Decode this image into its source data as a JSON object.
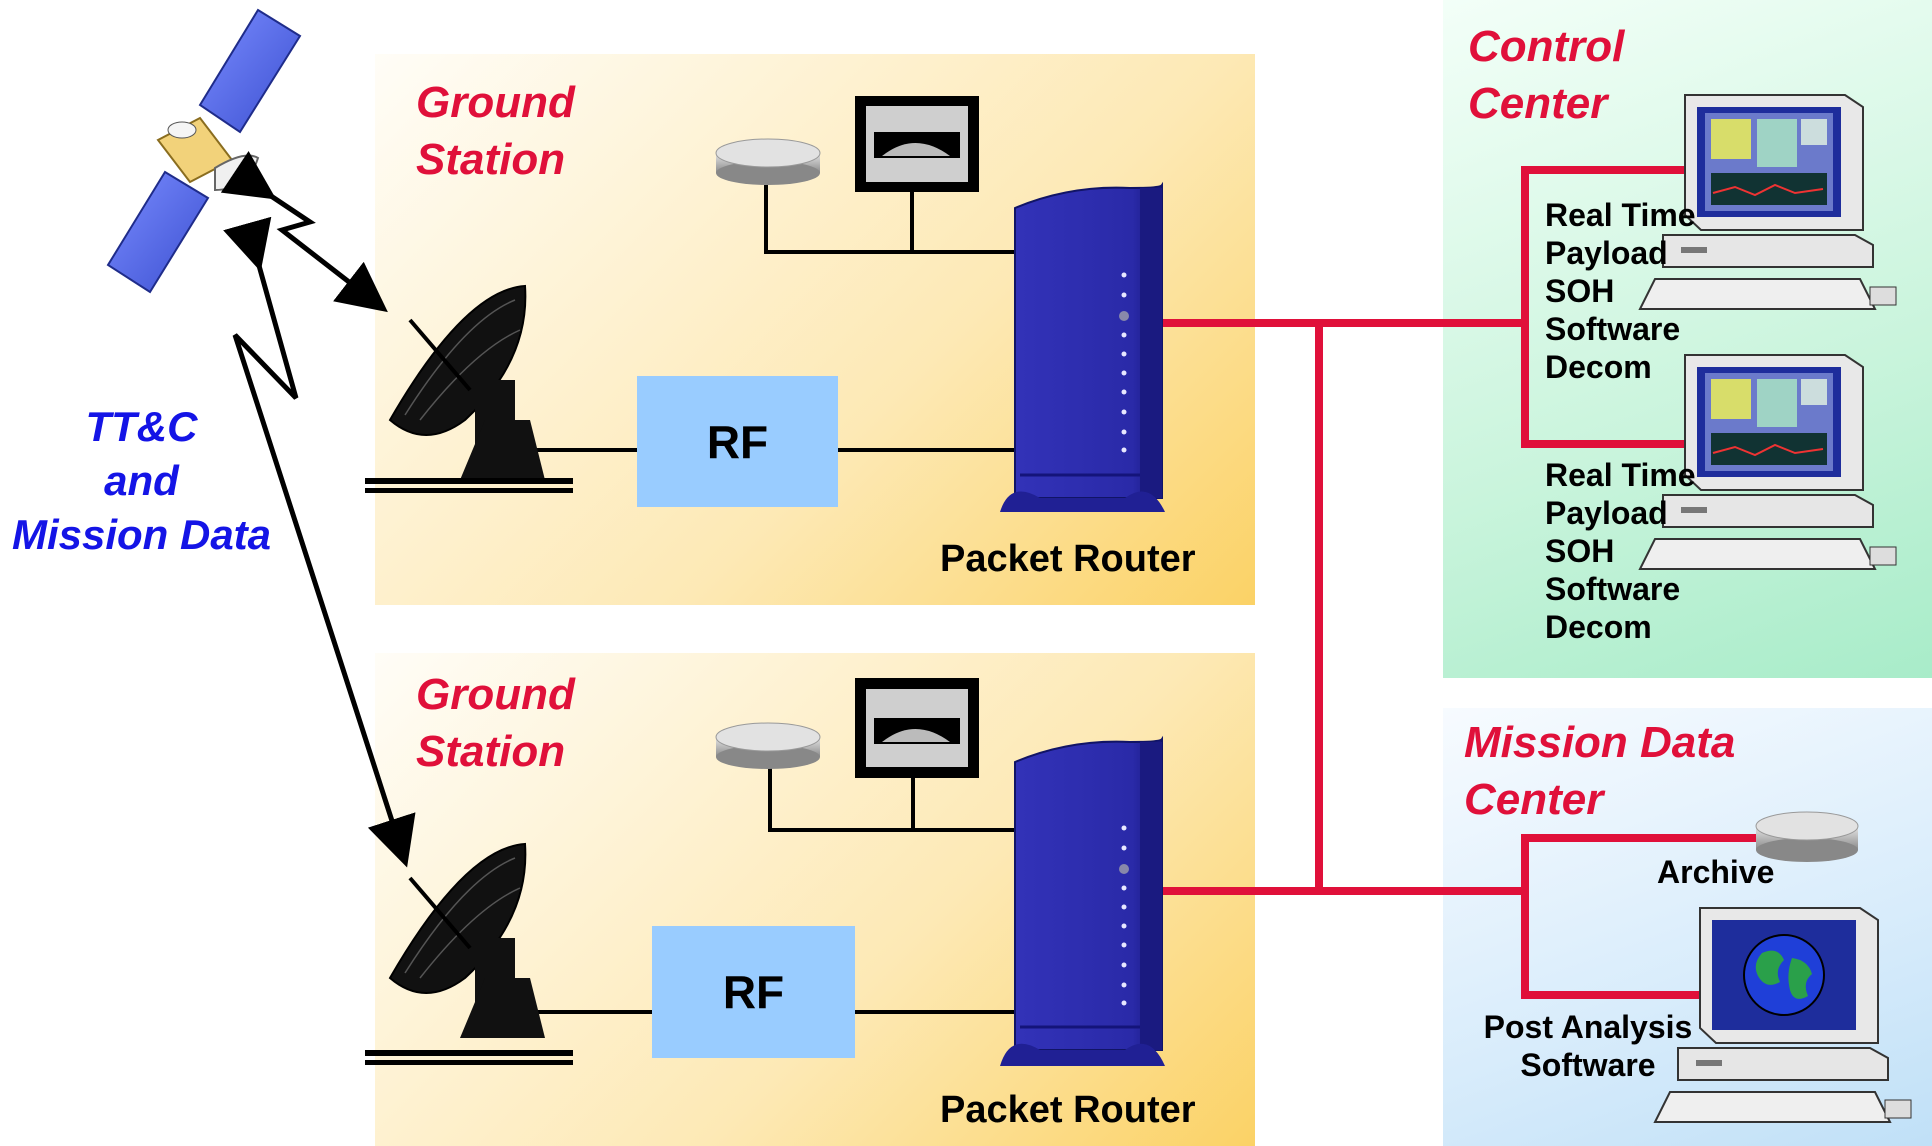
{
  "link_label": {
    "line1": "TT&C",
    "line2": "and",
    "line3": "Mission Data"
  },
  "ground_station_1": {
    "title_line1": "Ground",
    "title_line2": "Station",
    "rf_label": "RF",
    "router_label": "Packet Router"
  },
  "ground_station_2": {
    "title_line1": "Ground",
    "title_line2": "Station",
    "rf_label": "RF",
    "router_label": "Packet Router"
  },
  "control_center": {
    "title_line1": "Control",
    "title_line2": "Center",
    "workstation_1_lines": [
      "Real Time",
      "Payload",
      "SOH",
      "Software",
      "Decom"
    ],
    "workstation_2_lines": [
      "Real Time",
      "Payload",
      "SOH",
      "Software",
      "Decom"
    ]
  },
  "mission_data_center": {
    "title_line1": "Mission Data",
    "title_line2": "Center",
    "archive_label": "Archive",
    "analysis_line1": "Post Analysis",
    "analysis_line2": "Software"
  },
  "colors": {
    "network_line": "#e0103a",
    "title_red": "#e0103a",
    "link_label_blue": "#1414e6",
    "rf_box": "#99ccff",
    "router_blue": "#2a2aa8",
    "ground_station_panel": "#fde9b5",
    "control_center_panel": "#c9f4dc",
    "mission_data_panel": "#d8ecfb"
  },
  "icons": [
    "satellite-icon",
    "satellite-dish-icon",
    "disk-drive-icon",
    "monitor-icon",
    "packet-router-server-icon",
    "workstation-computer-icon",
    "globe-icon"
  ]
}
